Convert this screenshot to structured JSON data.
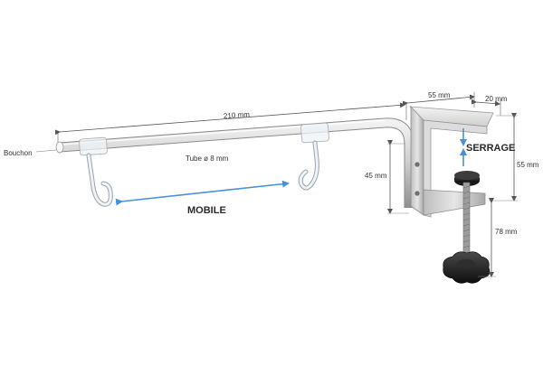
{
  "labels": {
    "length": "210 mm",
    "bouchon": "Bouchon",
    "tube": "Tube ø 8 mm",
    "mobile": "MOBILE",
    "width_clamp": "55 mm",
    "depth_clamp": "20 mm",
    "serrage": "SERRAGE",
    "height_left": "45 mm",
    "height_right": "55 mm",
    "screw_length": "78 mm"
  },
  "colors": {
    "arrow_blue": "#4a90d9",
    "metal": "#c9c9c9",
    "knob": "#1a1a1a"
  }
}
